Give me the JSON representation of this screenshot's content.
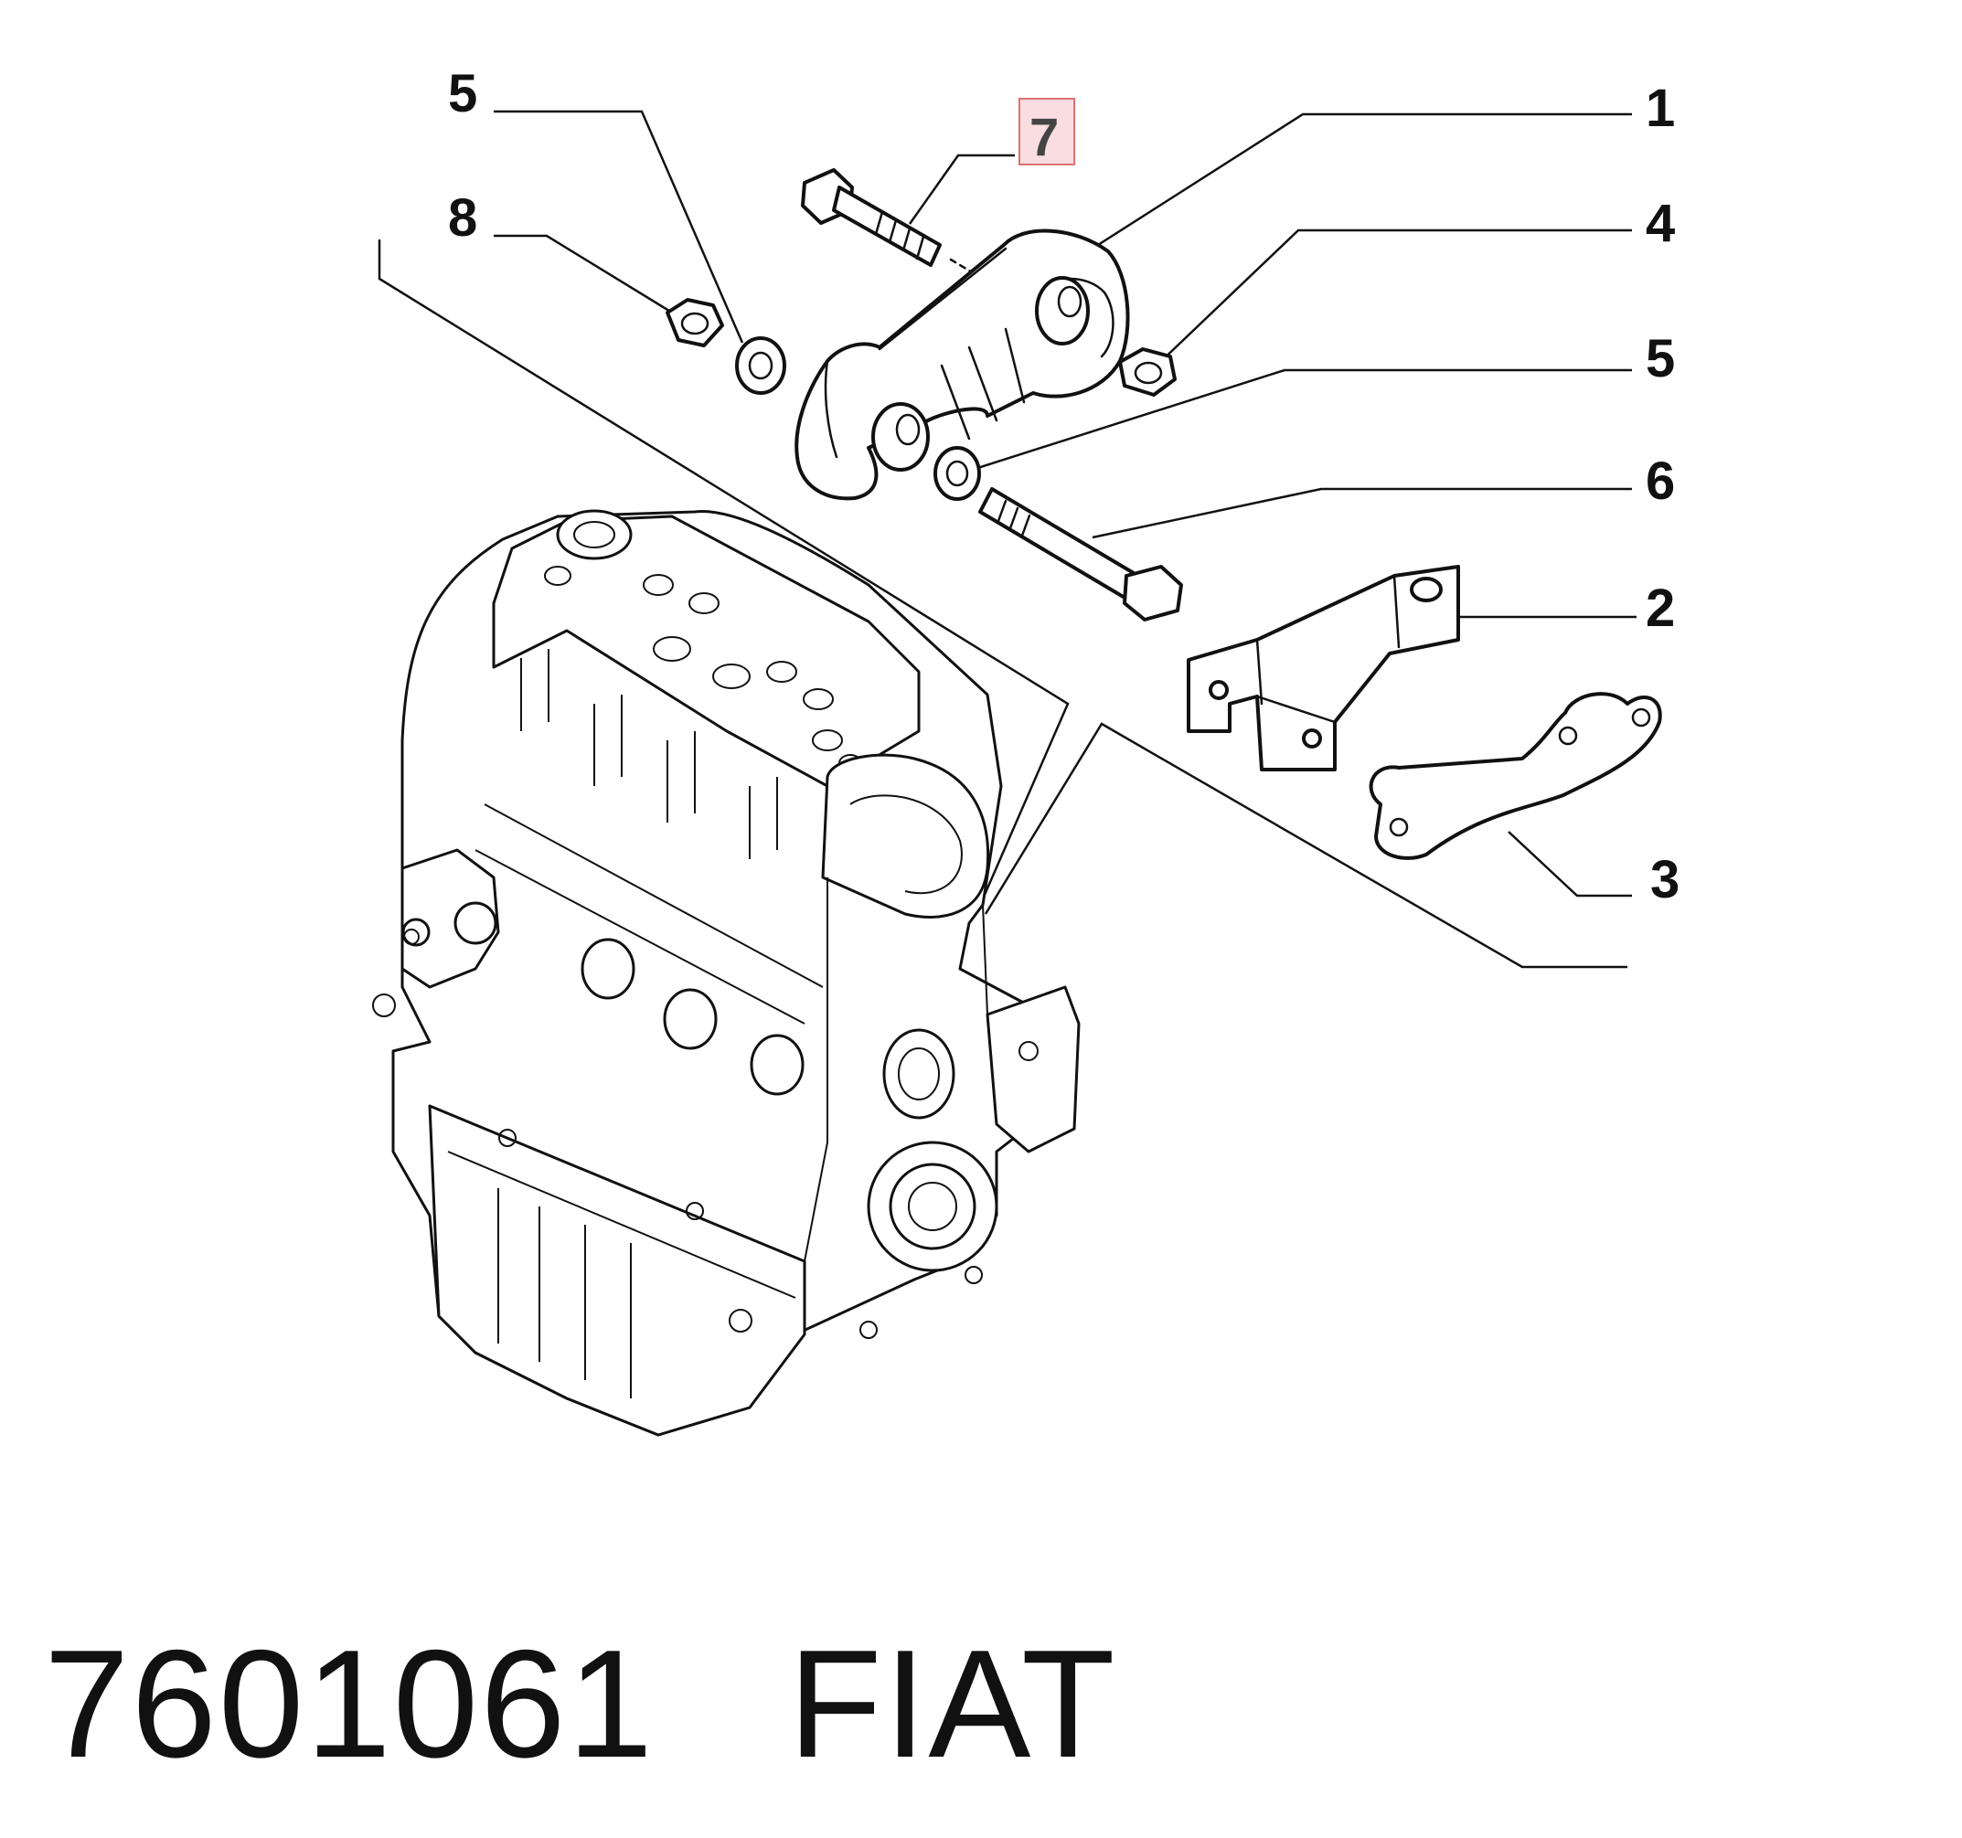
{
  "callouts": {
    "c5a": "5",
    "c8": "8",
    "c7": "7",
    "c1": "1",
    "c4": "4",
    "c5b": "5",
    "c6": "6",
    "c2": "2",
    "c3": "3"
  },
  "highlight_color": "#f9dde0",
  "highlight_border": "#e07070",
  "caption": {
    "part_number": "7601061",
    "brand": "FIAT"
  }
}
